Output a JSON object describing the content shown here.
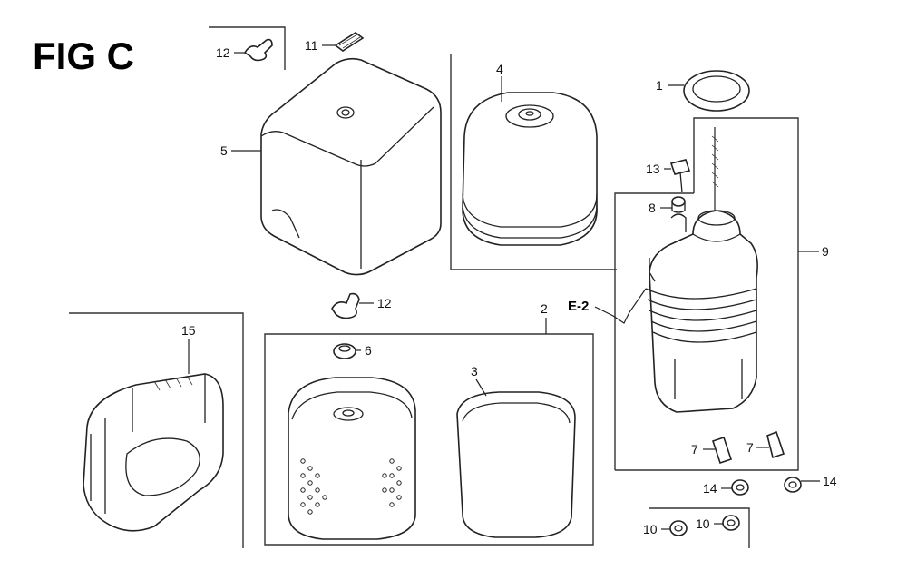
{
  "figure": {
    "title": "FIG C"
  },
  "reference": {
    "label": "E-2"
  },
  "parts": [
    {
      "num": "1"
    },
    {
      "num": "2"
    },
    {
      "num": "3"
    },
    {
      "num": "4"
    },
    {
      "num": "5"
    },
    {
      "num": "6"
    },
    {
      "num": "7"
    },
    {
      "num": "7"
    },
    {
      "num": "8"
    },
    {
      "num": "9"
    },
    {
      "num": "10"
    },
    {
      "num": "10"
    },
    {
      "num": "11"
    },
    {
      "num": "12"
    },
    {
      "num": "12"
    },
    {
      "num": "13"
    },
    {
      "num": "14"
    },
    {
      "num": "14"
    },
    {
      "num": "15"
    }
  ]
}
